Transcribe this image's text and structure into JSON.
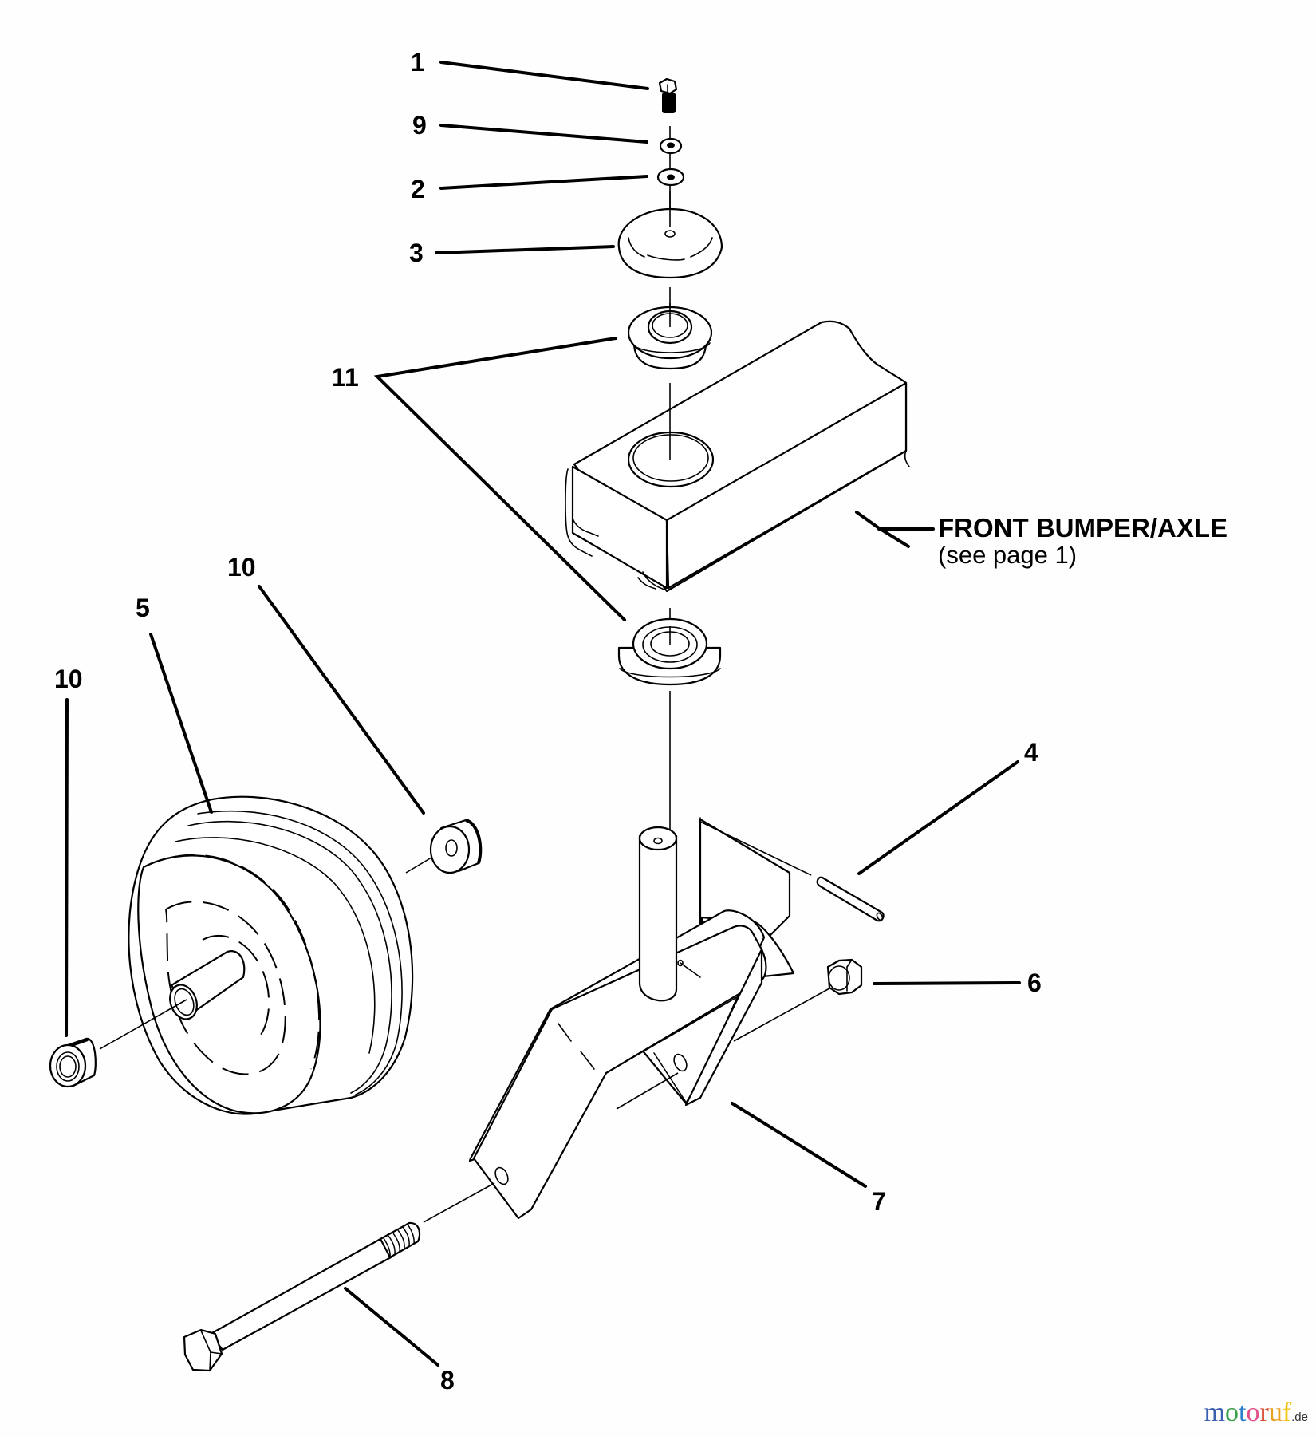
{
  "diagram": {
    "type": "exploded-parts-view",
    "subject": "front caster wheel assembly",
    "callouts": [
      {
        "id": "1",
        "part": "hex bolt (top)"
      },
      {
        "id": "9",
        "part": "lock washer"
      },
      {
        "id": "2",
        "part": "flat washer"
      },
      {
        "id": "3",
        "part": "dust cap"
      },
      {
        "id": "11",
        "part": "flanged bearing (upper and lower)"
      },
      {
        "id": "4",
        "part": "roll pin"
      },
      {
        "id": "6",
        "part": "lock nut"
      },
      {
        "id": "7",
        "part": "caster fork"
      },
      {
        "id": "8",
        "part": "axle bolt"
      },
      {
        "id": "5",
        "part": "wheel"
      },
      {
        "id": "10",
        "part": "wheel bearing (inner)"
      },
      {
        "id": "10",
        "part": "wheel bearing (outer)"
      }
    ],
    "note": {
      "title": "FRONT BUMPER/AXLE",
      "subtitle": "(see page 1)"
    }
  },
  "watermark": {
    "letters": [
      {
        "ch": "m",
        "color": "#3a5fb0"
      },
      {
        "ch": "o",
        "color": "#3aa04a"
      },
      {
        "ch": "t",
        "color": "#2f7fc8"
      },
      {
        "ch": "o",
        "color": "#e0508a"
      },
      {
        "ch": "r",
        "color": "#d84a2c"
      },
      {
        "ch": "u",
        "color": "#e8a020"
      },
      {
        "ch": "f",
        "color": "#f2c418"
      }
    ],
    "suffix": ".de"
  }
}
